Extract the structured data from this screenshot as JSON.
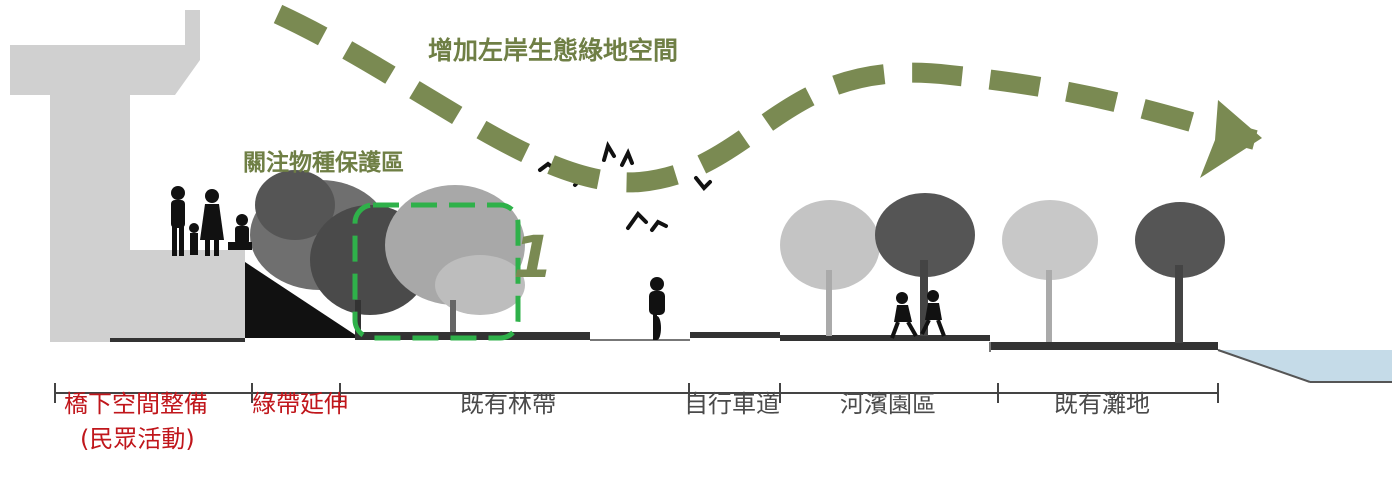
{
  "colors": {
    "arrow": "#7a8a52",
    "title_text": "#6f7f45",
    "focus_box": "#2fb14a",
    "bridge": "#d0d0d0",
    "water": "#c5dbe8",
    "red_label": "#c0161b",
    "gray_label": "#4a4a4a"
  },
  "annotations": {
    "arrow_title": "增加左岸生態綠地空間",
    "focus_title": "關注物種保護區",
    "focus_number": "1"
  },
  "zones": [
    {
      "label": "橋下空間整備",
      "sub": "(民眾活動)",
      "emphasis": true
    },
    {
      "label": "綠帶延伸",
      "emphasis": true
    },
    {
      "label": "既有林帶",
      "emphasis": false
    },
    {
      "label": "自行車道",
      "emphasis": false
    },
    {
      "label": "河濱園區",
      "emphasis": false
    },
    {
      "label": "既有灘地",
      "emphasis": false
    }
  ],
  "icons": {
    "people": "family-silhouette-icon",
    "cyclist": "cyclist-icon",
    "runners": "runners-icon",
    "birds": "bird-icon"
  }
}
